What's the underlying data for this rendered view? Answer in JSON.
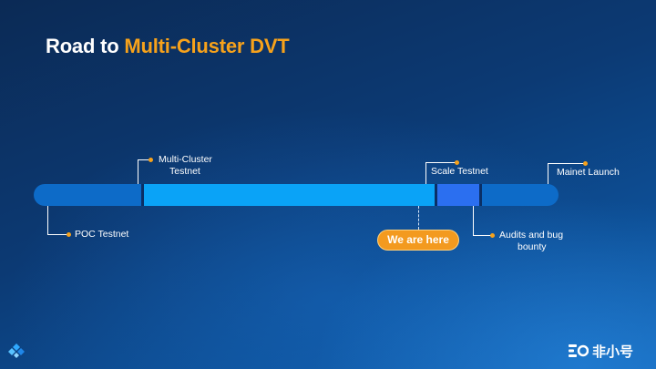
{
  "slide": {
    "title_prefix": "Road to ",
    "title_accent": "Multi-Cluster DVT"
  },
  "timeline": {
    "milestones": [
      {
        "label": "POC Testnet"
      },
      {
        "label_line1": "Multi-Cluster",
        "label_line2": "Testnet"
      },
      {
        "label": "Scale Testnet"
      },
      {
        "label_line1": "Audits and bug",
        "label_line2": "bounty"
      },
      {
        "label": "Mainet Launch"
      }
    ],
    "current_marker": "We are here"
  },
  "watermark": {
    "text": "非小号"
  },
  "colors": {
    "accent": "#f7a21b",
    "bar_primary": "#0aa3f7",
    "bar_secondary": "#0d6bc8",
    "bar_highlight": "#2b6ff0"
  }
}
